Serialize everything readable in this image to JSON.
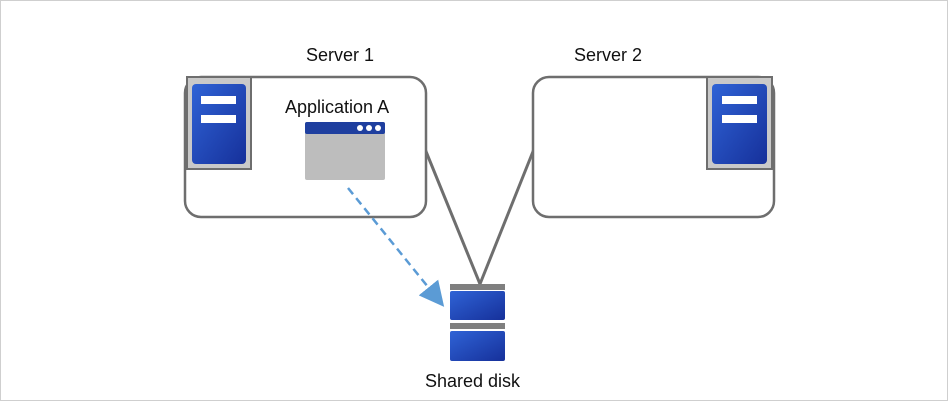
{
  "diagram": {
    "servers": [
      {
        "label": "Server 1",
        "icon": "server-icon"
      },
      {
        "label": "Server 2",
        "icon": "server-icon"
      }
    ],
    "application": {
      "label": "Application A",
      "icon": "application-window-icon"
    },
    "shared_disk": {
      "label": "Shared disk",
      "icon": "shared-disk-icon"
    },
    "connections": [
      {
        "from": "Server 1",
        "to": "Shared disk",
        "style": "solid"
      },
      {
        "from": "Server 2",
        "to": "Shared disk",
        "style": "solid"
      },
      {
        "from": "Application A",
        "to": "Shared disk",
        "style": "dashed-arrow"
      }
    ],
    "colors": {
      "box_border": "#6e6e6e",
      "server_blue": "#1f3f9f",
      "server_panel": "#c9c9c9",
      "disk_blue": "#2a56c6",
      "arrow": "#5b9bd5"
    }
  }
}
